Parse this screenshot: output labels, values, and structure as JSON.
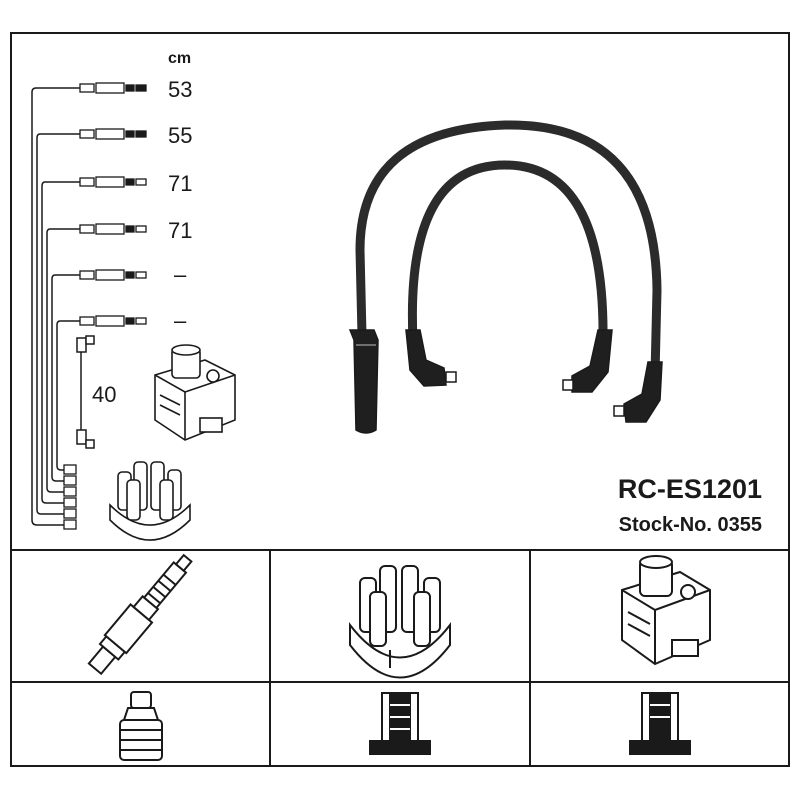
{
  "unit_label": "cm",
  "lengths": [
    "53",
    "55",
    "71",
    "71",
    "–",
    "–"
  ],
  "coil_lead_length": "40",
  "part_number": "RC-ES1201",
  "stock_number": "Stock-No. 0355",
  "icons": {
    "row1": [
      "spark-plug-icon",
      "distributor-cap-icon",
      "ignition-coil-icon"
    ],
    "row2": [
      "spark-plug-boot-icon",
      "distributor-terminal-icon",
      "coil-terminal-icon"
    ]
  },
  "colors": {
    "line": "#1a1a1a",
    "cable": "#2b2b2b",
    "background": "#ffffff"
  }
}
